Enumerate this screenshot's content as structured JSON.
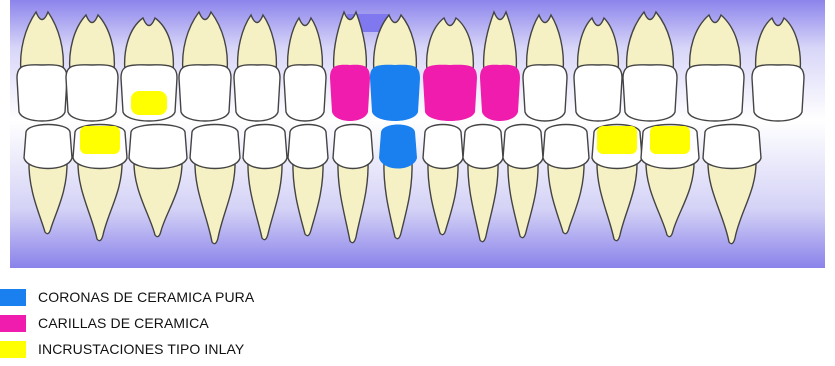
{
  "colors": {
    "crown": "#1a7fef",
    "veneer": "#f01cae",
    "inlay": "#ffff00",
    "tooth_fill": "#f6f1c4",
    "tooth_stroke": "#444444",
    "bg_light": "#ffffff",
    "bg_dark": "#8c84ec",
    "marker": "#7f78ee"
  },
  "legend": [
    {
      "label": "CORONAS DE CERAMICA PURA",
      "color": "#1a7fef",
      "icon": "blue-swatch"
    },
    {
      "label": "CARILLAS DE CERAMICA",
      "color": "#f01cae",
      "icon": "magenta-swatch"
    },
    {
      "label": "INCRUSTACIONES TIPO INLAY",
      "color": "#ffff00",
      "icon": "yellow-swatch"
    }
  ],
  "teeth": {
    "upper": [
      "none",
      "none",
      "inlay",
      "none",
      "none",
      "none",
      "veneer",
      "crown",
      "veneer",
      "veneer",
      "none",
      "none",
      "none",
      "none",
      "none"
    ],
    "lower": [
      "none",
      "inlay",
      "none",
      "none",
      "none",
      "none",
      "none",
      "crown",
      "none",
      "none",
      "none",
      "none",
      "inlay",
      "inlay",
      "none"
    ]
  }
}
